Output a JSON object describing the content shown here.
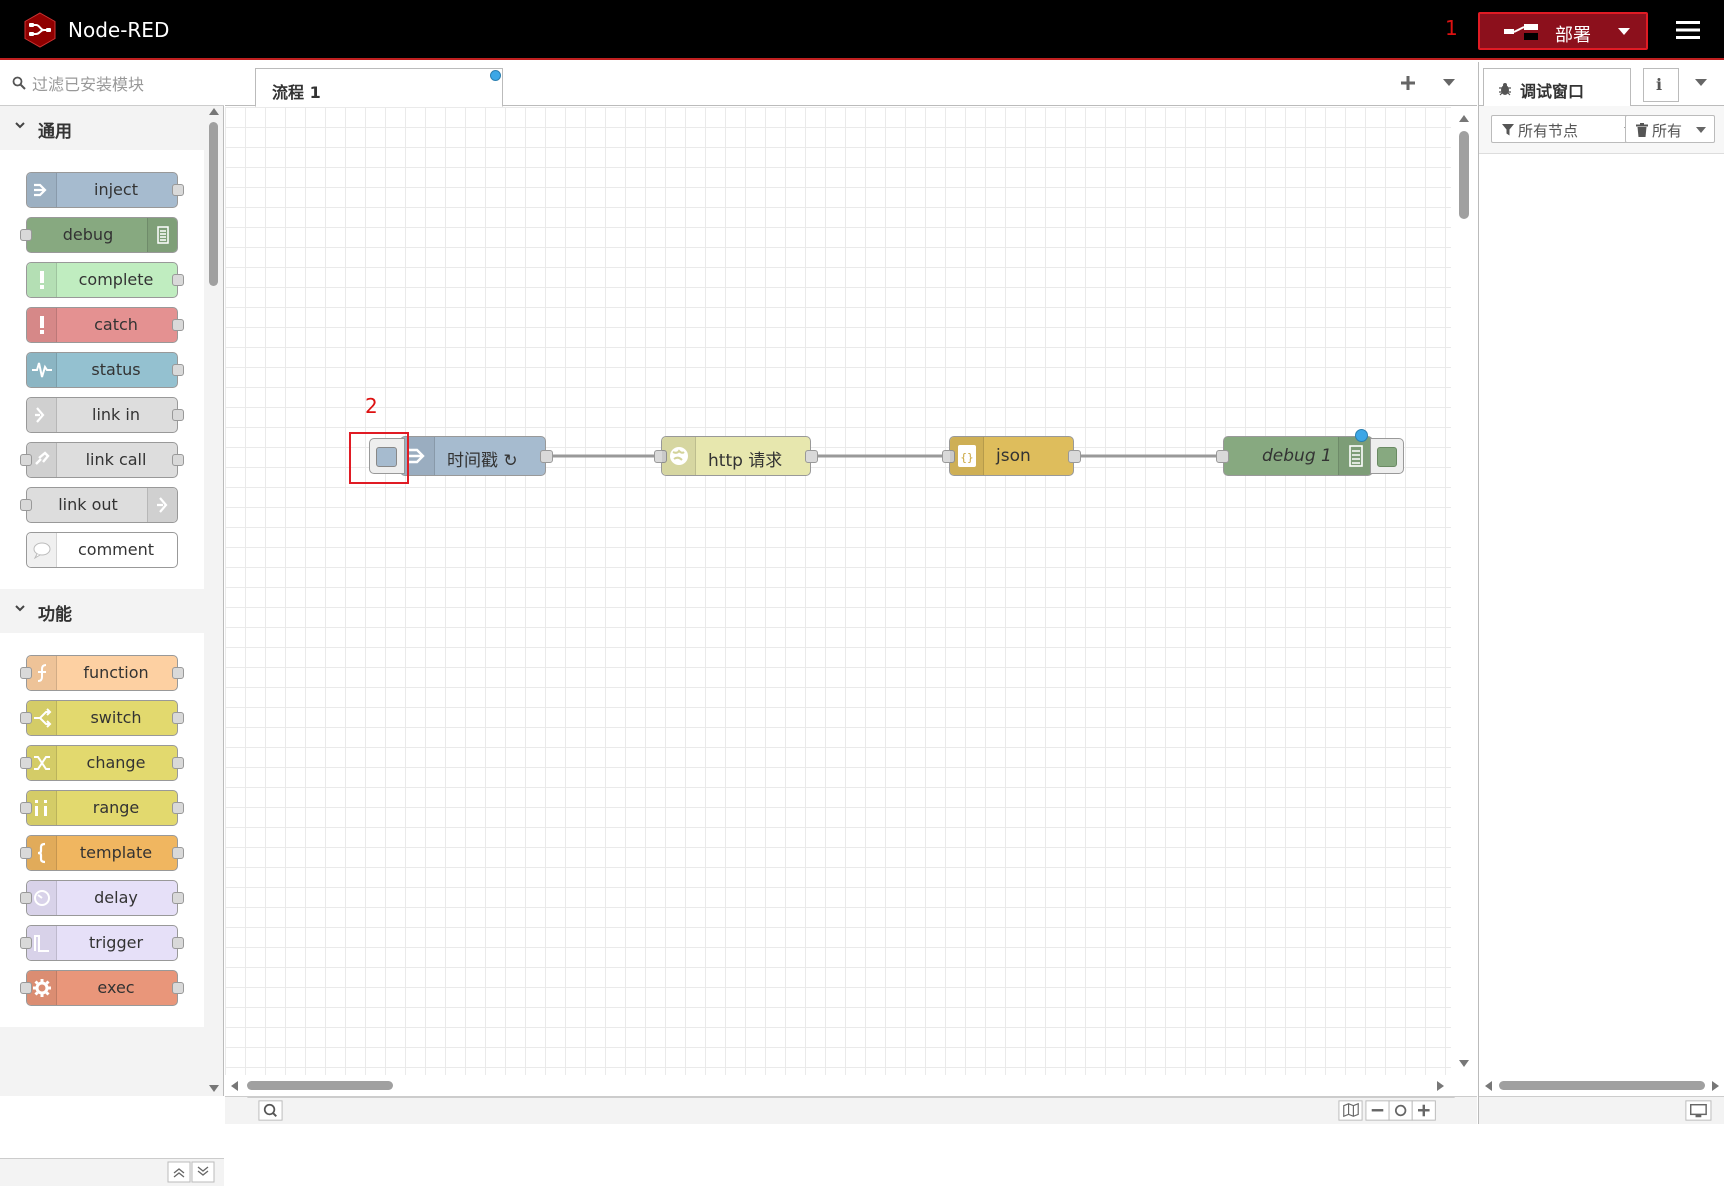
{
  "header": {
    "title": "Node-RED",
    "deploy_label": "部署",
    "annotation_1": "1"
  },
  "palette": {
    "search_placeholder": "过滤已安装模块",
    "categories": [
      {
        "name": "通用",
        "nodes": [
          {
            "label": "inject",
            "color": "#a6bbcf",
            "icon": "arrow-in-icon",
            "icon_side": "left",
            "in": false,
            "out": true
          },
          {
            "label": "debug",
            "color": "#87a980",
            "icon": "list-icon",
            "icon_side": "right",
            "in": true,
            "out": false
          },
          {
            "label": "complete",
            "color": "#c0edc0",
            "icon": "exclamation-icon",
            "icon_side": "left",
            "in": false,
            "out": true
          },
          {
            "label": "catch",
            "color": "#e49191",
            "icon": "exclamation-icon",
            "icon_side": "left",
            "in": false,
            "out": true
          },
          {
            "label": "status",
            "color": "#94c1d0",
            "icon": "pulse-icon",
            "icon_side": "left",
            "in": false,
            "out": true
          },
          {
            "label": "link in",
            "color": "#dddddd",
            "icon": "link-in-icon",
            "icon_side": "left",
            "in": false,
            "out": true
          },
          {
            "label": "link call",
            "color": "#dddddd",
            "icon": "link-call-icon",
            "icon_side": "left",
            "in": true,
            "out": true
          },
          {
            "label": "link out",
            "color": "#dddddd",
            "icon": "link-out-icon",
            "icon_side": "right",
            "in": true,
            "out": false
          },
          {
            "label": "comment",
            "color": "#ffffff",
            "icon": "comment-icon",
            "icon_side": "left",
            "in": false,
            "out": false
          }
        ]
      },
      {
        "name": "功能",
        "nodes": [
          {
            "label": "function",
            "color": "#fdd0a2",
            "icon": "function-icon",
            "icon_side": "left",
            "in": true,
            "out": true
          },
          {
            "label": "switch",
            "color": "#e2d96e",
            "icon": "switch-icon",
            "icon_side": "left",
            "in": true,
            "out": true
          },
          {
            "label": "change",
            "color": "#e2d96e",
            "icon": "shuffle-icon",
            "icon_side": "left",
            "in": true,
            "out": true
          },
          {
            "label": "range",
            "color": "#e2d96e",
            "icon": "range-icon",
            "icon_side": "left",
            "in": true,
            "out": true
          },
          {
            "label": "template",
            "color": "#f0b660",
            "icon": "brace-icon",
            "icon_side": "left",
            "in": true,
            "out": true
          },
          {
            "label": "delay",
            "color": "#e6e0f8",
            "icon": "timer-icon",
            "icon_side": "left",
            "in": true,
            "out": true
          },
          {
            "label": "trigger",
            "color": "#e6e0f8",
            "icon": "trigger-icon",
            "icon_side": "left",
            "in": true,
            "out": true
          },
          {
            "label": "exec",
            "color": "#e9967a",
            "icon": "gear-icon",
            "icon_side": "left",
            "in": true,
            "out": true
          }
        ]
      }
    ]
  },
  "workspace": {
    "tabs": [
      {
        "label": "流程 1",
        "active": true,
        "changed": true
      }
    ],
    "flow_nodes": [
      {
        "id": "inject",
        "label": "时间戳 ↻",
        "color": "#a6bbcf",
        "icon": "arrow-in-icon"
      },
      {
        "id": "http",
        "label": "http 请求",
        "color": "#e7e7ae",
        "icon": "globe-icon"
      },
      {
        "id": "json",
        "label": "json",
        "color": "#debd5c",
        "icon": "json-icon"
      },
      {
        "id": "debug",
        "label": "debug 1",
        "color": "#87a980",
        "icon": "list-icon"
      }
    ],
    "annotation_2": "2"
  },
  "sidebar": {
    "active_tab": "调试窗口",
    "info_tab": "i",
    "filter_label": "所有节点",
    "clear_label": "所有"
  },
  "colors": {
    "header_bg": "#000000",
    "deploy_bg": "#8c101c",
    "annotation": "#e01b24",
    "changed_dot": "#3ca7e6"
  }
}
